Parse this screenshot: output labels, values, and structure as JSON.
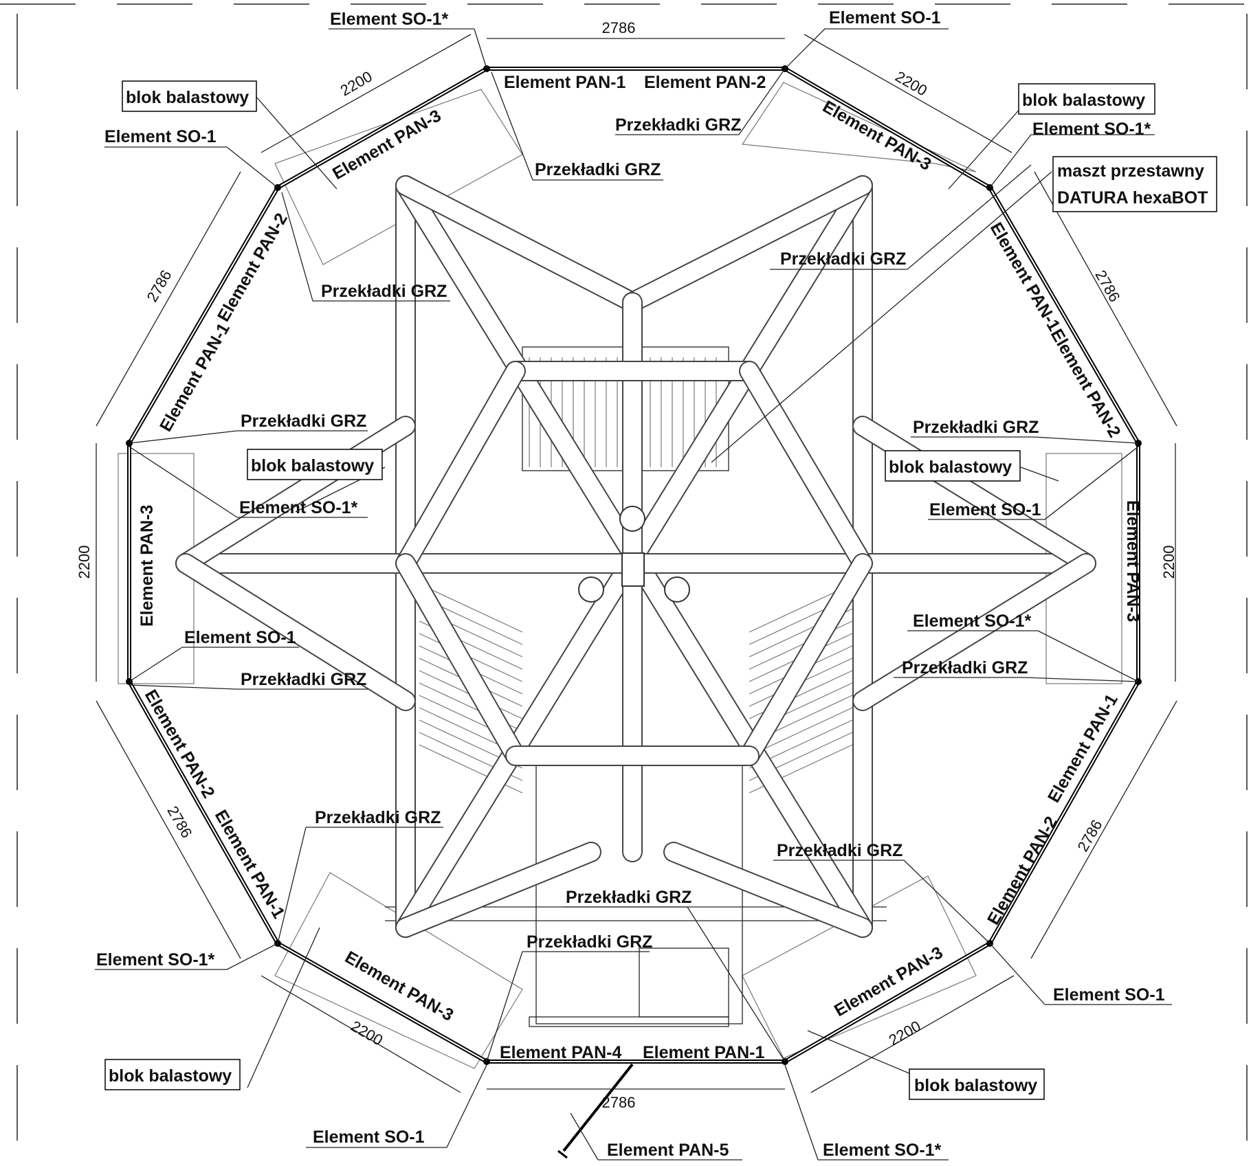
{
  "labels": {
    "so1": "Element SO-1",
    "so1s": "Element SO-1*",
    "pan1": "Element PAN-1",
    "pan2": "Element PAN-2",
    "pan3": "Element PAN-3",
    "pan4": "Element PAN-4",
    "pan5": "Element PAN-5",
    "grz": "Przekładki GRZ",
    "blok": "blok balastowy",
    "mast1": "maszt przestawny",
    "mast2": "DATURA hexaBOT"
  },
  "dimensions": {
    "side_long": "2786",
    "side_short": "2200"
  }
}
